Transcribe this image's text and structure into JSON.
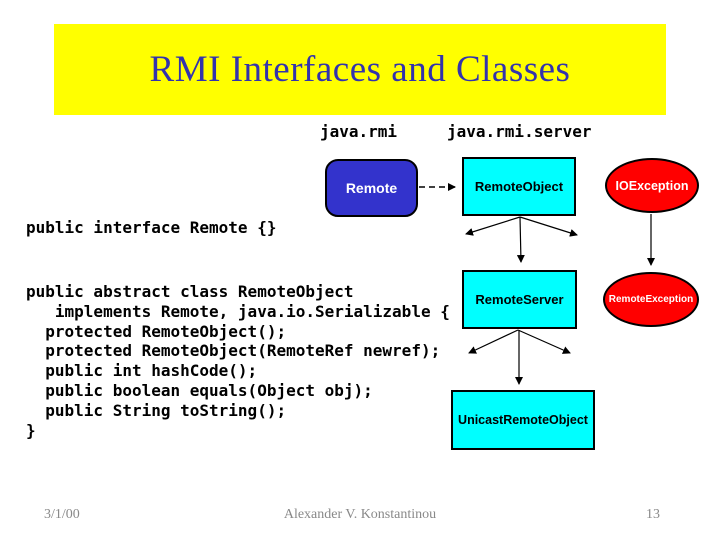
{
  "slide": {
    "title": "RMI Interfaces and Classes",
    "footer": {
      "date": "3/1/00",
      "author": "Alexander V. Konstantinou",
      "page_number": "13"
    }
  },
  "packages": {
    "left_label": "java.rmi",
    "right_label": "java.rmi.server"
  },
  "code": {
    "interface_block": "public interface Remote {}",
    "class_block": "public abstract class RemoteObject\n   implements Remote, java.io.Serializable {\n  protected RemoteObject();\n  protected RemoteObject(RemoteRef newref);\n  public int hashCode();\n  public boolean equals(Object obj);\n  public String toString();\n}"
  },
  "diagram": {
    "nodes": {
      "remote": "Remote",
      "remote_object": "RemoteObject",
      "io_exception": "IOException",
      "remote_server": "RemoteServer",
      "remote_exception": "RemoteException",
      "unicast_remote_object": "UnicastRemoteObject"
    },
    "edges": {
      "remote_to_remote_object": "dashed-arrow",
      "remote_object_children": "inheritance-fan",
      "io_exception_to_remote_exception": "solid-arrow",
      "remote_server_children": "inheritance-fan"
    }
  },
  "colors": {
    "banner_background": "#ffff00",
    "title_text": "#3333ad",
    "interface_node_fill": "#3333cc",
    "class_node_fill": "#00ffff",
    "exception_node_fill": "#ff0000",
    "code_text": "#000000",
    "footer_text": "#898989"
  }
}
